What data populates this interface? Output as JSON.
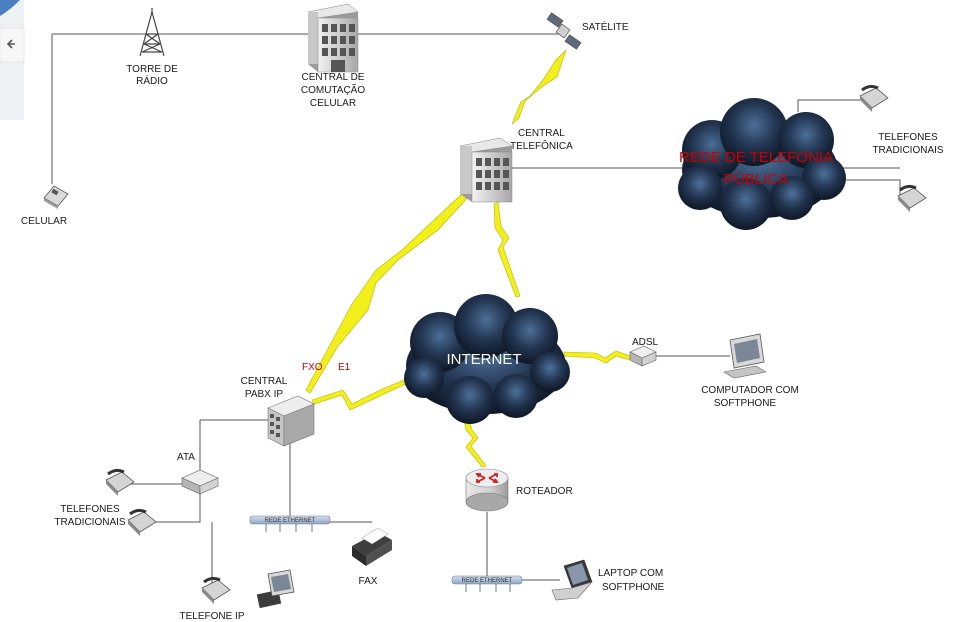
{
  "title": "",
  "accent_colors": {
    "bolt": "#f2ef1b",
    "cloud": "#1c2b3f",
    "red_text": "#cc0000",
    "wire": "#555555"
  },
  "nodes": {
    "torre_radio": {
      "label": [
        "TORRE DE",
        "RÁDIO"
      ],
      "icon": "radio-tower-icon"
    },
    "central_celular": {
      "label": [
        "CENTRAL DE",
        "COMUTAÇÃO",
        "CELULAR"
      ],
      "icon": "building-icon"
    },
    "satelite": {
      "label": [
        "SATÉLITE"
      ],
      "icon": "satellite-icon"
    },
    "celular": {
      "label": [
        "CELULAR"
      ],
      "icon": "cell-phone-icon"
    },
    "central_telefonica": {
      "label": [
        "CENTRAL",
        "TELEFÔNICA"
      ],
      "icon": "building-icon"
    },
    "rede_telefonia": {
      "label": [
        "REDE DE TELEFONIA",
        "PÚBLICA"
      ],
      "icon": "cloud-icon"
    },
    "telefones_top": {
      "label": [
        "TELEFONES",
        "TRADICIONAIS"
      ],
      "icon": "desk-phone-icon"
    },
    "internet": {
      "label": [
        "INTERNET"
      ],
      "icon": "cloud-icon"
    },
    "adsl": {
      "label": [
        "ADSL"
      ],
      "icon": "modem-icon"
    },
    "computador": {
      "label": [
        "COMPUTADOR COM",
        "SOFTPHONE"
      ],
      "icon": "desktop-computer-icon"
    },
    "pabx": {
      "label": [
        "CENTRAL",
        "PABX IP"
      ],
      "icon": "pabx-server-icon"
    },
    "fxo": {
      "label": [
        "FXO"
      ]
    },
    "e1": {
      "label": [
        "E1"
      ]
    },
    "ata": {
      "label": [
        "ATA"
      ],
      "icon": "ata-device-icon"
    },
    "telefones_bottom": {
      "label": [
        "TELEFONES",
        "TRADICIONAIS"
      ],
      "icon": "desk-phone-icon"
    },
    "rede_ethernet_1": {
      "label": [
        "REDE ETHERNET"
      ],
      "icon": "ethernet-hub-icon"
    },
    "fax": {
      "label": [
        "FAX"
      ],
      "icon": "fax-icon"
    },
    "telefone_ip": {
      "label": [
        "TELEFONE IP"
      ],
      "icon": "ip-phone-icon"
    },
    "roteador": {
      "label": [
        "ROTEADOR"
      ],
      "icon": "router-icon"
    },
    "rede_ethernet_2": {
      "label": [
        "REDE ETHERNET"
      ],
      "icon": "ethernet-hub-icon"
    },
    "laptop": {
      "label": [
        "LAPTOP COM",
        "SOFTPHONE"
      ],
      "icon": "laptop-icon"
    }
  }
}
